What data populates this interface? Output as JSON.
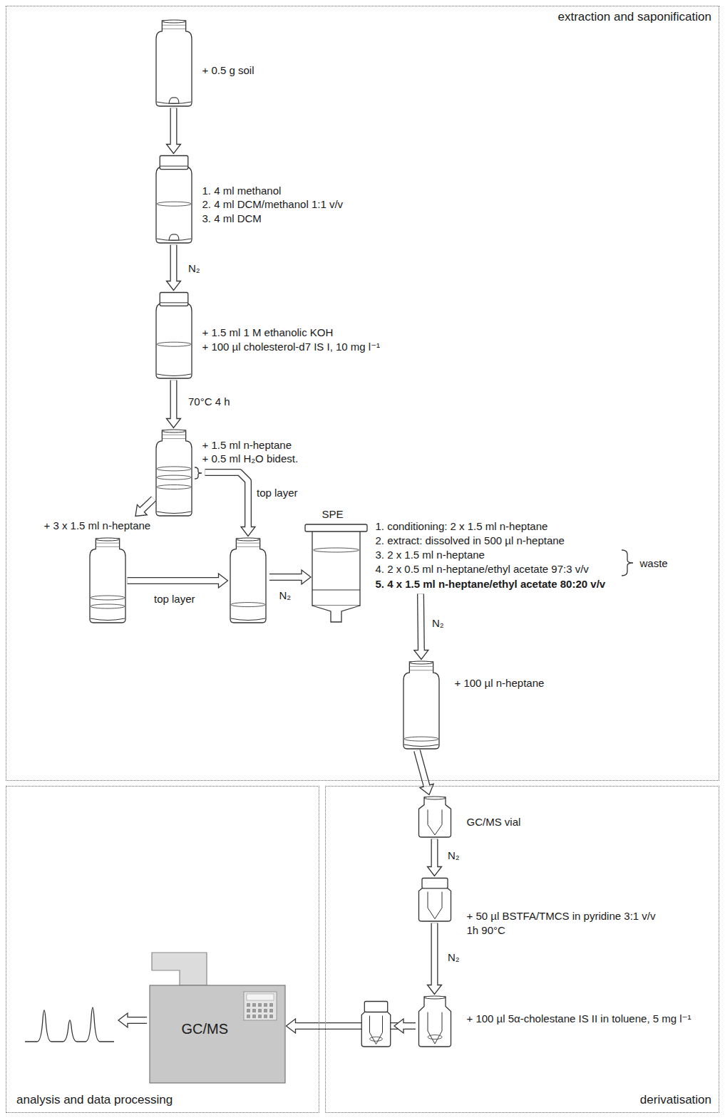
{
  "diagram": {
    "nodes": [
      {
        "text": [
          "extraction and saponification"
        ]
      },
      {
        "text": [
          "+ 0.5 g soil"
        ],
        "in": 0
      },
      {
        "text": [
          "1. 4 ml methanol",
          "2. 4 ml DCM/methanol 1:1 v/v",
          "3. 4 ml DCM"
        ],
        "in": 0
      },
      {
        "text": [
          "+ 1.5 ml 1 M ethanolic KOH",
          "+ 100 µl cholesterol-d7 IS I, 10 mg l⁻¹"
        ],
        "in": 0
      },
      {
        "text": [
          "+ 1.5 ml n-heptane",
          "+ 0.5 ml H₂O bidest."
        ],
        "in": 0
      },
      {
        "text": [
          "+ 3 x 1.5 ml n-heptane"
        ],
        "in": 0
      },
      {
        "text": [
          "N₂",
          "SPE",
          "1. conditioning: 2 x 1.5 ml n-heptane",
          "2. extract: dissolved in 500 µl n-heptane",
          "3. 2 x 1.5 ml n-heptane",
          "4. 2 x 0.5 ml n-heptane/ethyl acetate 97:3 v/v",
          "5. 4 x 1.5 ml n-heptane/ethyl acetate 80:20 v/v",
          "waste"
        ],
        "in": 0
      },
      {
        "text": [
          "+ 100 µl n-heptane"
        ],
        "in": 0
      },
      {
        "text": [
          "analysis and data processing"
        ]
      },
      {
        "text": [
          "GC/MS"
        ],
        "in": 8
      },
      {
        "text": [
          "derivatisation"
        ]
      },
      {
        "text": [
          "GC/MS vial"
        ],
        "in": 10
      },
      {
        "text": [
          "+ 50 µl BSTFA/TMCS in pyridine 3:1 v/v",
          "1h 90°C"
        ],
        "in": 10
      },
      {
        "text": [
          "+ 100 µl 5α-cholestane IS II in toluene, 5 mg l⁻¹"
        ],
        "in": 10
      }
    ],
    "edges": [
      {
        "from": 1,
        "to": 2,
        "arrow": "to"
      },
      {
        "from": 2,
        "to": 3,
        "arrow": "to",
        "label": "N₂"
      },
      {
        "from": 3,
        "to": 4,
        "arrow": "to",
        "label": "70°C 4 h"
      },
      {
        "from": 4,
        "to": 5,
        "arrow": "to"
      },
      {
        "from": 4,
        "to": 6,
        "arrow": "to",
        "label": "top layer"
      },
      {
        "from": 5,
        "to": 6,
        "arrow": "to",
        "label": "top layer"
      },
      {
        "from": 6,
        "to": 7,
        "arrow": "to",
        "label": "N₂"
      },
      {
        "from": 7,
        "to": 11,
        "arrow": "to"
      },
      {
        "from": 11,
        "to": 12,
        "arrow": "to",
        "label": "N₂"
      },
      {
        "from": 12,
        "to": 13,
        "arrow": "to",
        "label": "N₂"
      },
      {
        "from": 13,
        "to": 9,
        "arrow": "to"
      }
    ]
  }
}
